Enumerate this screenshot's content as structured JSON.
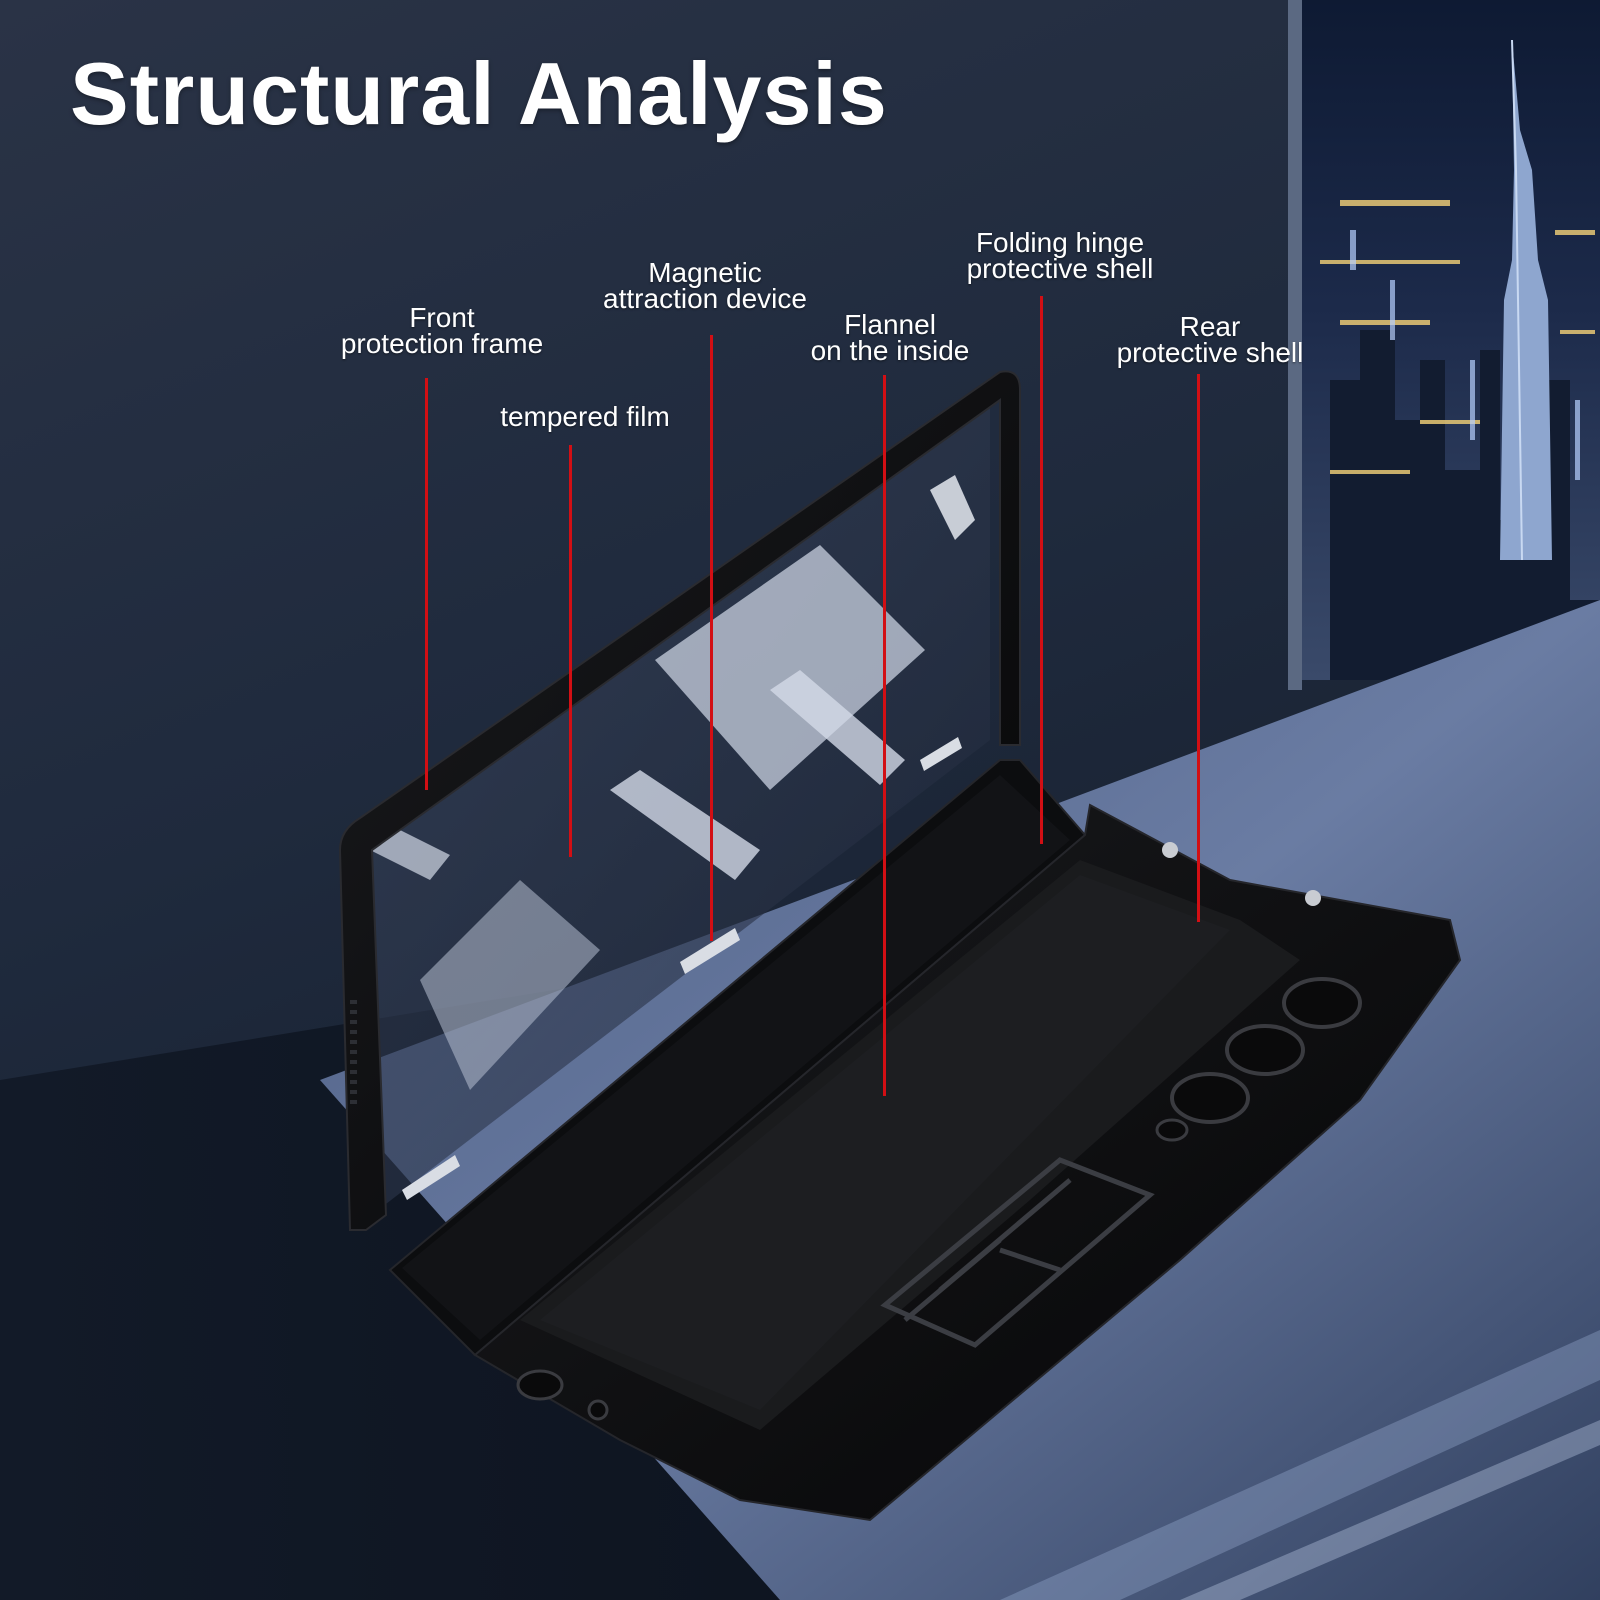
{
  "title": "Structural Analysis",
  "colors": {
    "leader_line": "#d20f14",
    "label_text": "#ffffff",
    "case_black": "#0d0e10",
    "background": "#1b2434"
  },
  "labels": {
    "front_protection_frame": {
      "line1": "Front",
      "line2": "protection frame"
    },
    "tempered_film": {
      "line1": "tempered film"
    },
    "magnetic_attraction_device": {
      "line1": "Magnetic",
      "line2": "attraction device"
    },
    "flannel_inside": {
      "line1": "Flannel",
      "line2": "on the inside"
    },
    "folding_hinge_shell": {
      "line1": "Folding hinge",
      "line2": "protective shell"
    },
    "rear_protective_shell": {
      "line1": "Rear",
      "line2": "protective shell"
    }
  }
}
